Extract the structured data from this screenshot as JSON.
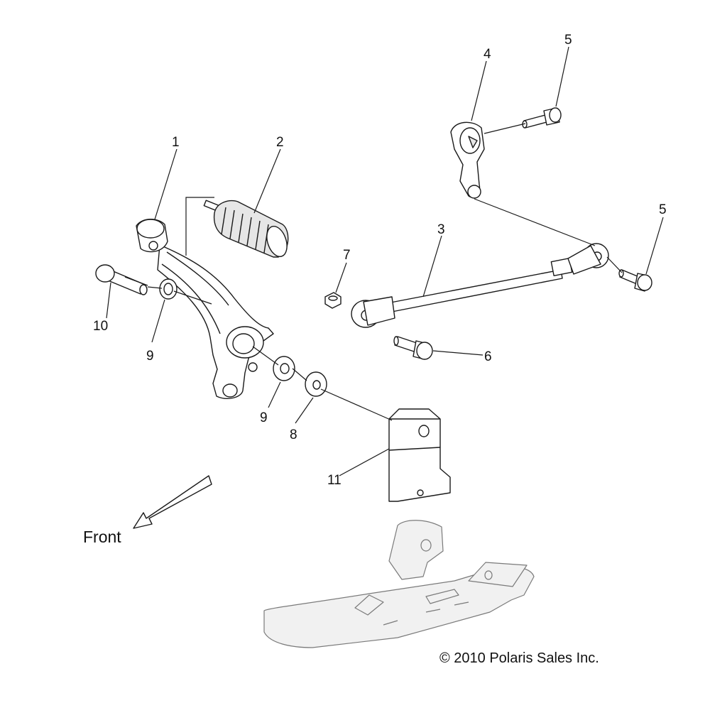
{
  "callouts": {
    "c1": "1",
    "c2": "2",
    "c3": "3",
    "c4": "4",
    "c5a": "5",
    "c5b": "5",
    "c6": "6",
    "c7": "7",
    "c8": "8",
    "c9a": "9",
    "c9b": "9",
    "c10": "10",
    "c11": "11"
  },
  "front_label": "Front",
  "copyright": "© 2010 Polaris Sales Inc."
}
